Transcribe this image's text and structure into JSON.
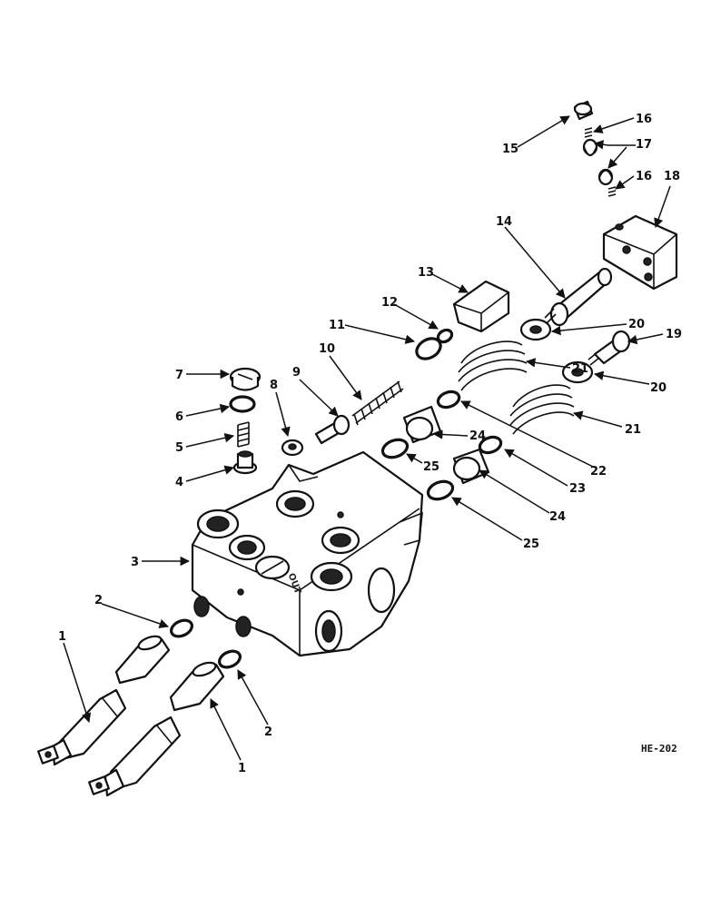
{
  "drawing_code": "HE-202",
  "body_marking": "OUT",
  "callouts": [
    "1",
    "2",
    "3",
    "4",
    "5",
    "6",
    "7",
    "8",
    "9",
    "10",
    "11",
    "12",
    "13",
    "14",
    "15",
    "16",
    "17",
    "18",
    "19",
    "20",
    "21",
    "22",
    "23",
    "24",
    "25"
  ]
}
